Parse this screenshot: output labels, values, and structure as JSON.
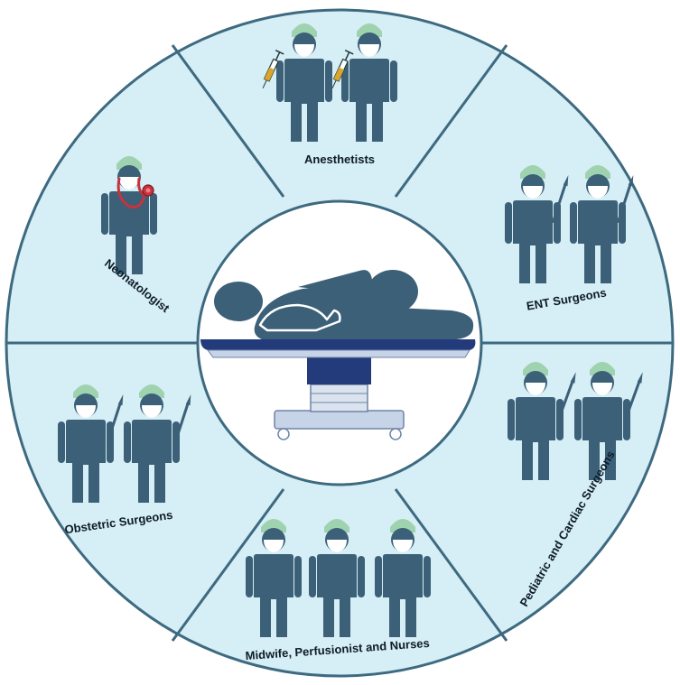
{
  "segments": [
    {
      "id": "anesthetists",
      "label": "Anesthetists",
      "figures": 2,
      "tool": "syringe"
    },
    {
      "id": "ent",
      "label": "ENT Surgeons",
      "figures": 2,
      "tool": "scalpel"
    },
    {
      "id": "pediatric",
      "label": "Pediatric and Cardiac Surgeons",
      "figures": 2,
      "tool": "scalpel"
    },
    {
      "id": "midwife",
      "label": "Midwife, Perfusionist and Nurses",
      "figures": 3,
      "tool": "none"
    },
    {
      "id": "obstetric",
      "label": "Obstetric Surgeons",
      "figures": 2,
      "tool": "scalpel"
    },
    {
      "id": "neonatologist",
      "label": "Neonatologist",
      "figures": 1,
      "tool": "stethoscope"
    }
  ],
  "center": {
    "subject": "patient-on-operating-table"
  },
  "colors": {
    "segment_fill": "#d6eef5",
    "segment_stroke": "#3d6a80",
    "figure": "#3b6078",
    "cap": "#9fd3b0",
    "mask": "#ffffff",
    "syringe_fluid": "#d9a52b",
    "stethoscope": "#c8323c",
    "table_top": "#233b7a",
    "table_base": "#c7d3e6"
  }
}
